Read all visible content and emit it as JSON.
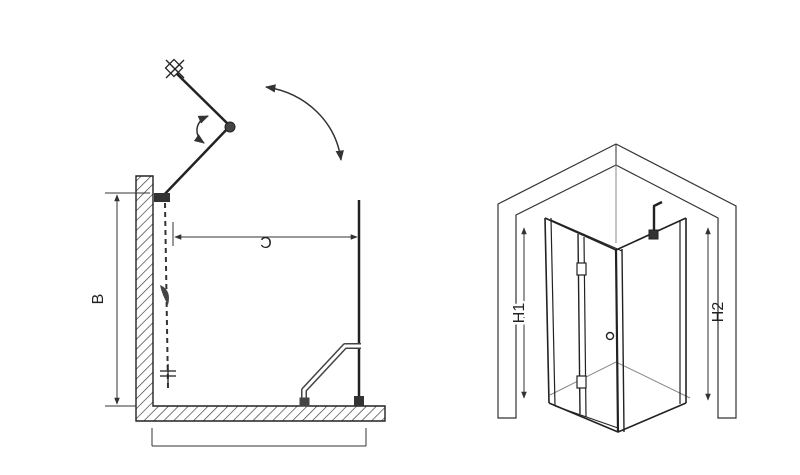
{
  "plan_view": {
    "labels": {
      "depth": "B",
      "opening": "C"
    }
  },
  "iso_view": {
    "labels": {
      "height_left": "H1",
      "height_right": "H2"
    }
  }
}
